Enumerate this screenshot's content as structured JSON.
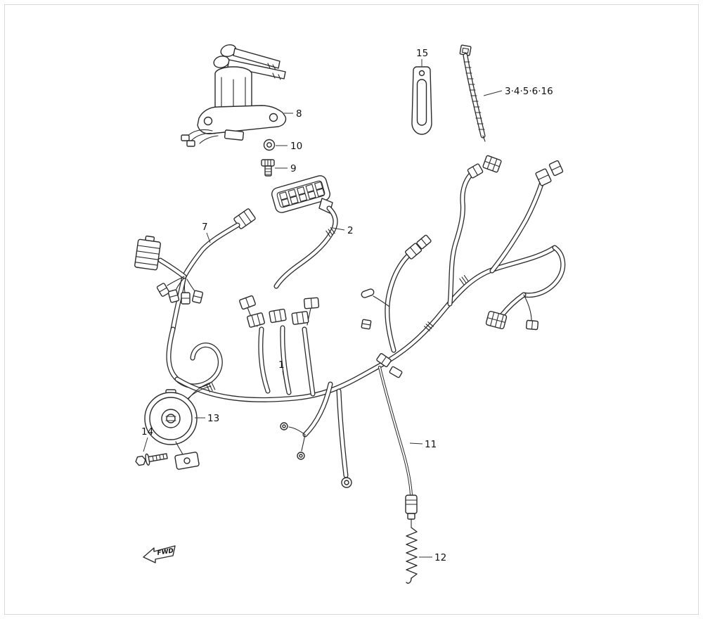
{
  "style": {
    "background": "#ffffff",
    "line_color": "#2b2b2b"
  },
  "diagram": {
    "fwd": "FWD",
    "callouts": [
      {
        "label": "8"
      },
      {
        "label": "10"
      },
      {
        "label": "9"
      },
      {
        "label": "15"
      },
      {
        "label": "3·4·5·6·16"
      },
      {
        "label": "2"
      },
      {
        "label": "7"
      },
      {
        "label": "1"
      },
      {
        "label": "13"
      },
      {
        "label": "14"
      },
      {
        "label": "11"
      },
      {
        "label": "12"
      }
    ]
  }
}
